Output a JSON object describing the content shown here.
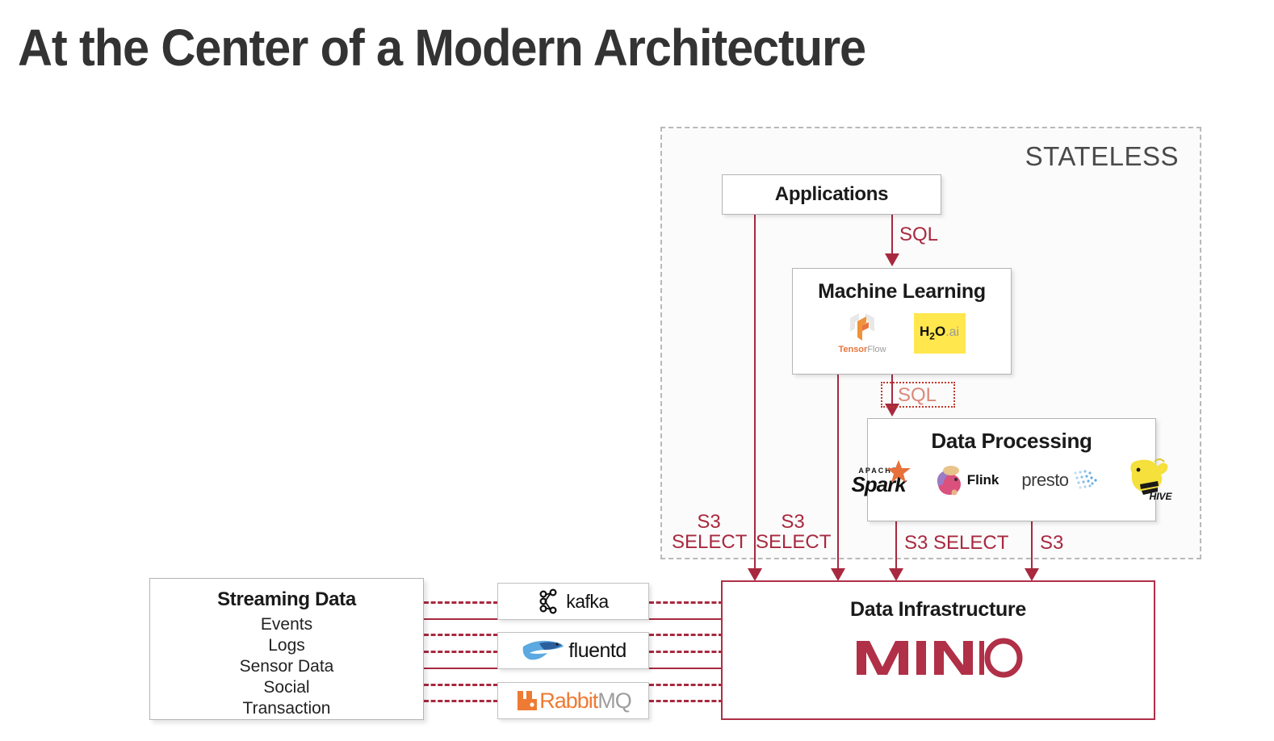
{
  "title": "At the Center of a Modern Architecture",
  "stateless": {
    "label": "STATELESS"
  },
  "nodes": {
    "applications": {
      "title": "Applications"
    },
    "machine_learning": {
      "title": "Machine Learning",
      "logos": [
        {
          "name": "tensorflow-logo",
          "text_primary": "TensorFlow",
          "text_a": "TensorFlow",
          "text_b": "",
          "color": "#e8753d"
        },
        {
          "name": "h2o-ai-logo",
          "text_primary": "H2O.ai",
          "color": "#ffe74d"
        }
      ]
    },
    "data_processing": {
      "title": "Data Processing",
      "logos": [
        {
          "name": "apache-spark-logo",
          "text_small": "APACHE",
          "text_primary": "Spark",
          "color": "#e8753d"
        },
        {
          "name": "apache-flink-logo",
          "text_primary": "Flink",
          "color": "#d2567a"
        },
        {
          "name": "presto-logo",
          "text_primary": "presto",
          "color": "#5aa7e0"
        },
        {
          "name": "apache-hive-logo",
          "text_primary": "HIVE",
          "color": "#f5e03c"
        }
      ]
    },
    "streaming_data": {
      "title": "Streaming Data",
      "items": [
        "Events",
        "Logs",
        "Sensor Data",
        "Social",
        "Transaction"
      ]
    },
    "kafka": {
      "name": "kafka-logo",
      "label": "kafka"
    },
    "fluentd": {
      "name": "fluentd-logo",
      "label": "fluentd"
    },
    "rabbitmq": {
      "name": "rabbitmq-logo",
      "label_a": "Rabbit",
      "label_b": "MQ"
    },
    "data_infrastructure": {
      "title": "Data Infrastructure",
      "logo": {
        "name": "minio-logo",
        "label_min": "MIN",
        "label_i": "I",
        "label_o": "O"
      }
    }
  },
  "connectors": {
    "sql_top": "SQL",
    "sql_selected": "SQL",
    "s3_select_1_line1": "S3",
    "s3_select_1_line2": "SELECT",
    "s3_select_2_line1": "S3",
    "s3_select_2_line2": "SELECT",
    "s3_select_3": "S3 SELECT",
    "s3_only": "S3"
  },
  "colors": {
    "accent_red": "#a8293f",
    "minio_red": "#b03047",
    "sql_faded": "#dc8878",
    "dashed_border": "#b9b9b9",
    "title_gray": "#333333",
    "stateless_gray": "#4a4a4a"
  }
}
